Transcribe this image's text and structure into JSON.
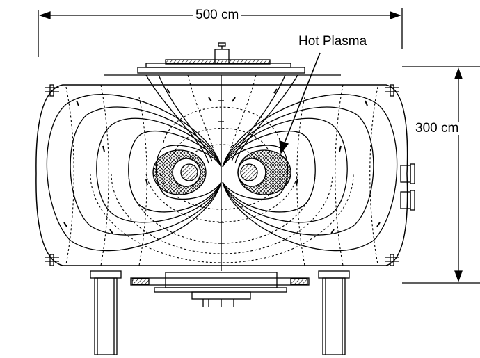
{
  "labels": {
    "width_dimension": "500 cm",
    "height_dimension": "300 cm",
    "plasma_callout": "Hot Plasma"
  },
  "colors": {
    "line": "#000000",
    "background": "#ffffff"
  }
}
